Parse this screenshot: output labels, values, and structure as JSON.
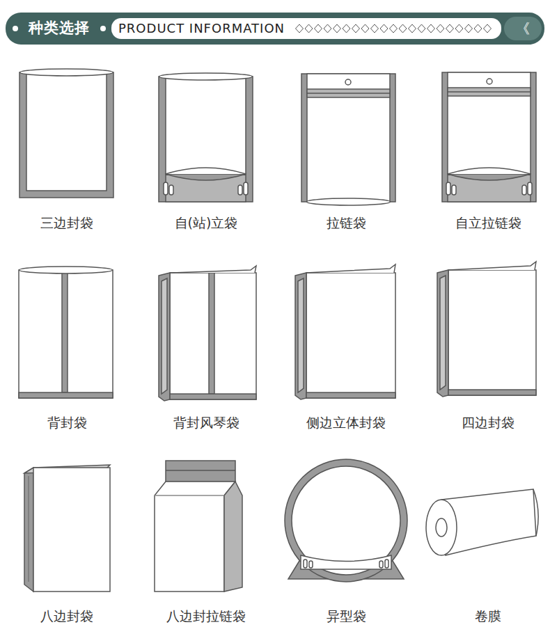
{
  "diagram": {
    "nodes": [
      {
        "text": [
          "种类选择"
        ]
      },
      {
        "text": [
          "PRODUCT INFORMATION"
        ]
      },
      {
        "text": [
          "《"
        ]
      }
    ],
    "labels": [
      "三边封袋",
      "自(站)立袋",
      "拉链袋",
      "自立拉链袋",
      "背封袋",
      "背封风琴袋",
      "侧边立体封袋",
      "四边封袋",
      "八边封袋",
      "八边封拉链袋",
      "异型袋",
      "卷膜"
    ]
  }
}
